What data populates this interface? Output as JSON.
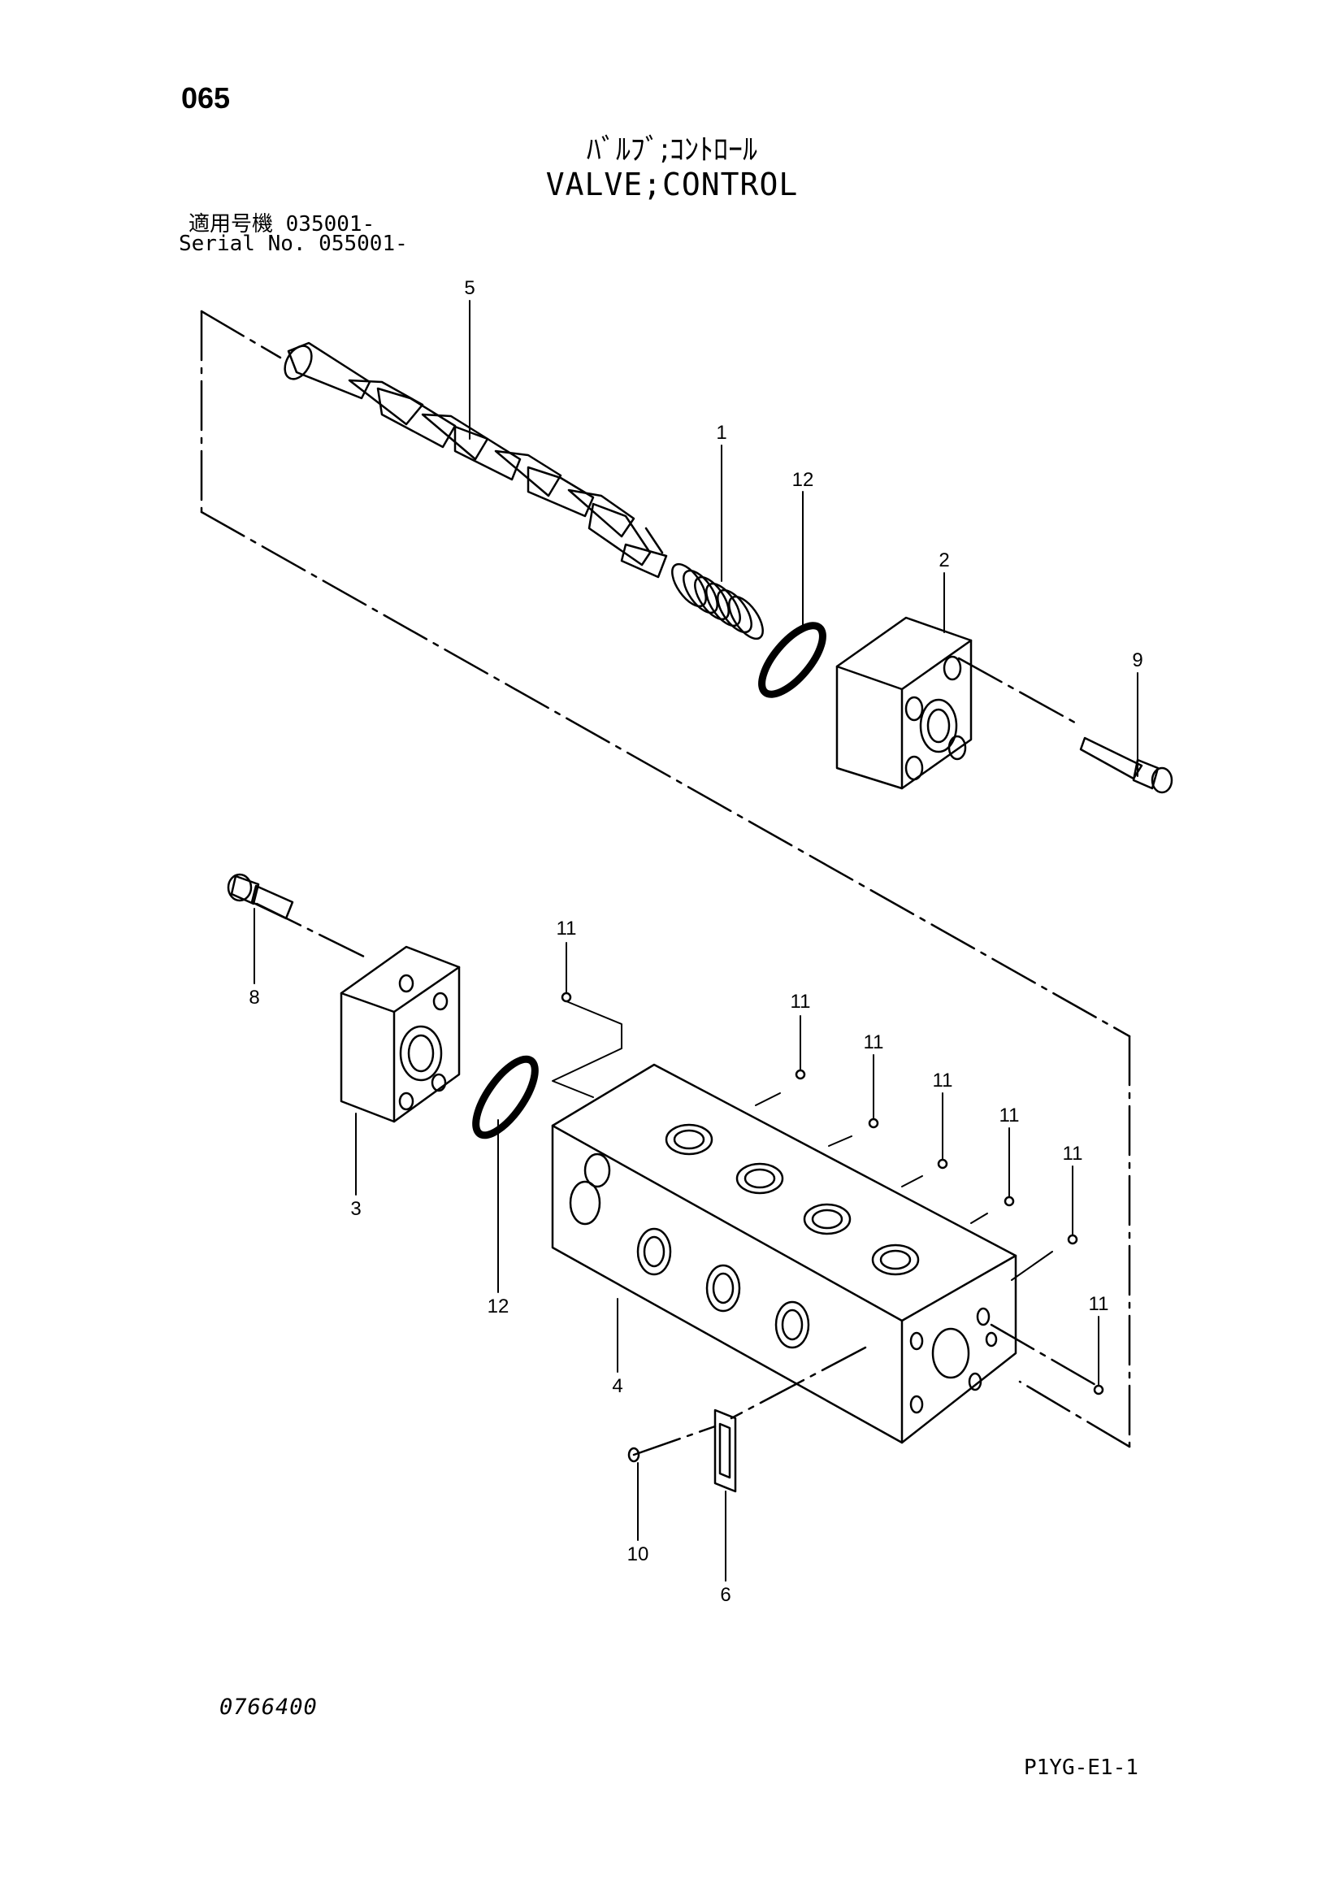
{
  "page_number": "065",
  "title_jp": "ﾊﾞﾙﾌﾞ;ｺﾝﾄﾛｰﾙ",
  "title_en": "VALVE;CONTROL",
  "serial_jp": "適用号機  035001-",
  "serial_en": "Serial No. 055001-",
  "drawing_number": "0766400",
  "sheet_code": "P1YG-E1-1",
  "callouts": {
    "c5": "5",
    "c1": "1",
    "c12a": "12",
    "c2": "2",
    "c9": "9",
    "c8": "8",
    "c3": "3",
    "c12b": "12",
    "c4": "4",
    "c10": "10",
    "c6": "6",
    "c11a": "11",
    "c11b": "11",
    "c11c": "11",
    "c11d": "11",
    "c11e": "11",
    "c11f": "11",
    "c11g": "11"
  }
}
